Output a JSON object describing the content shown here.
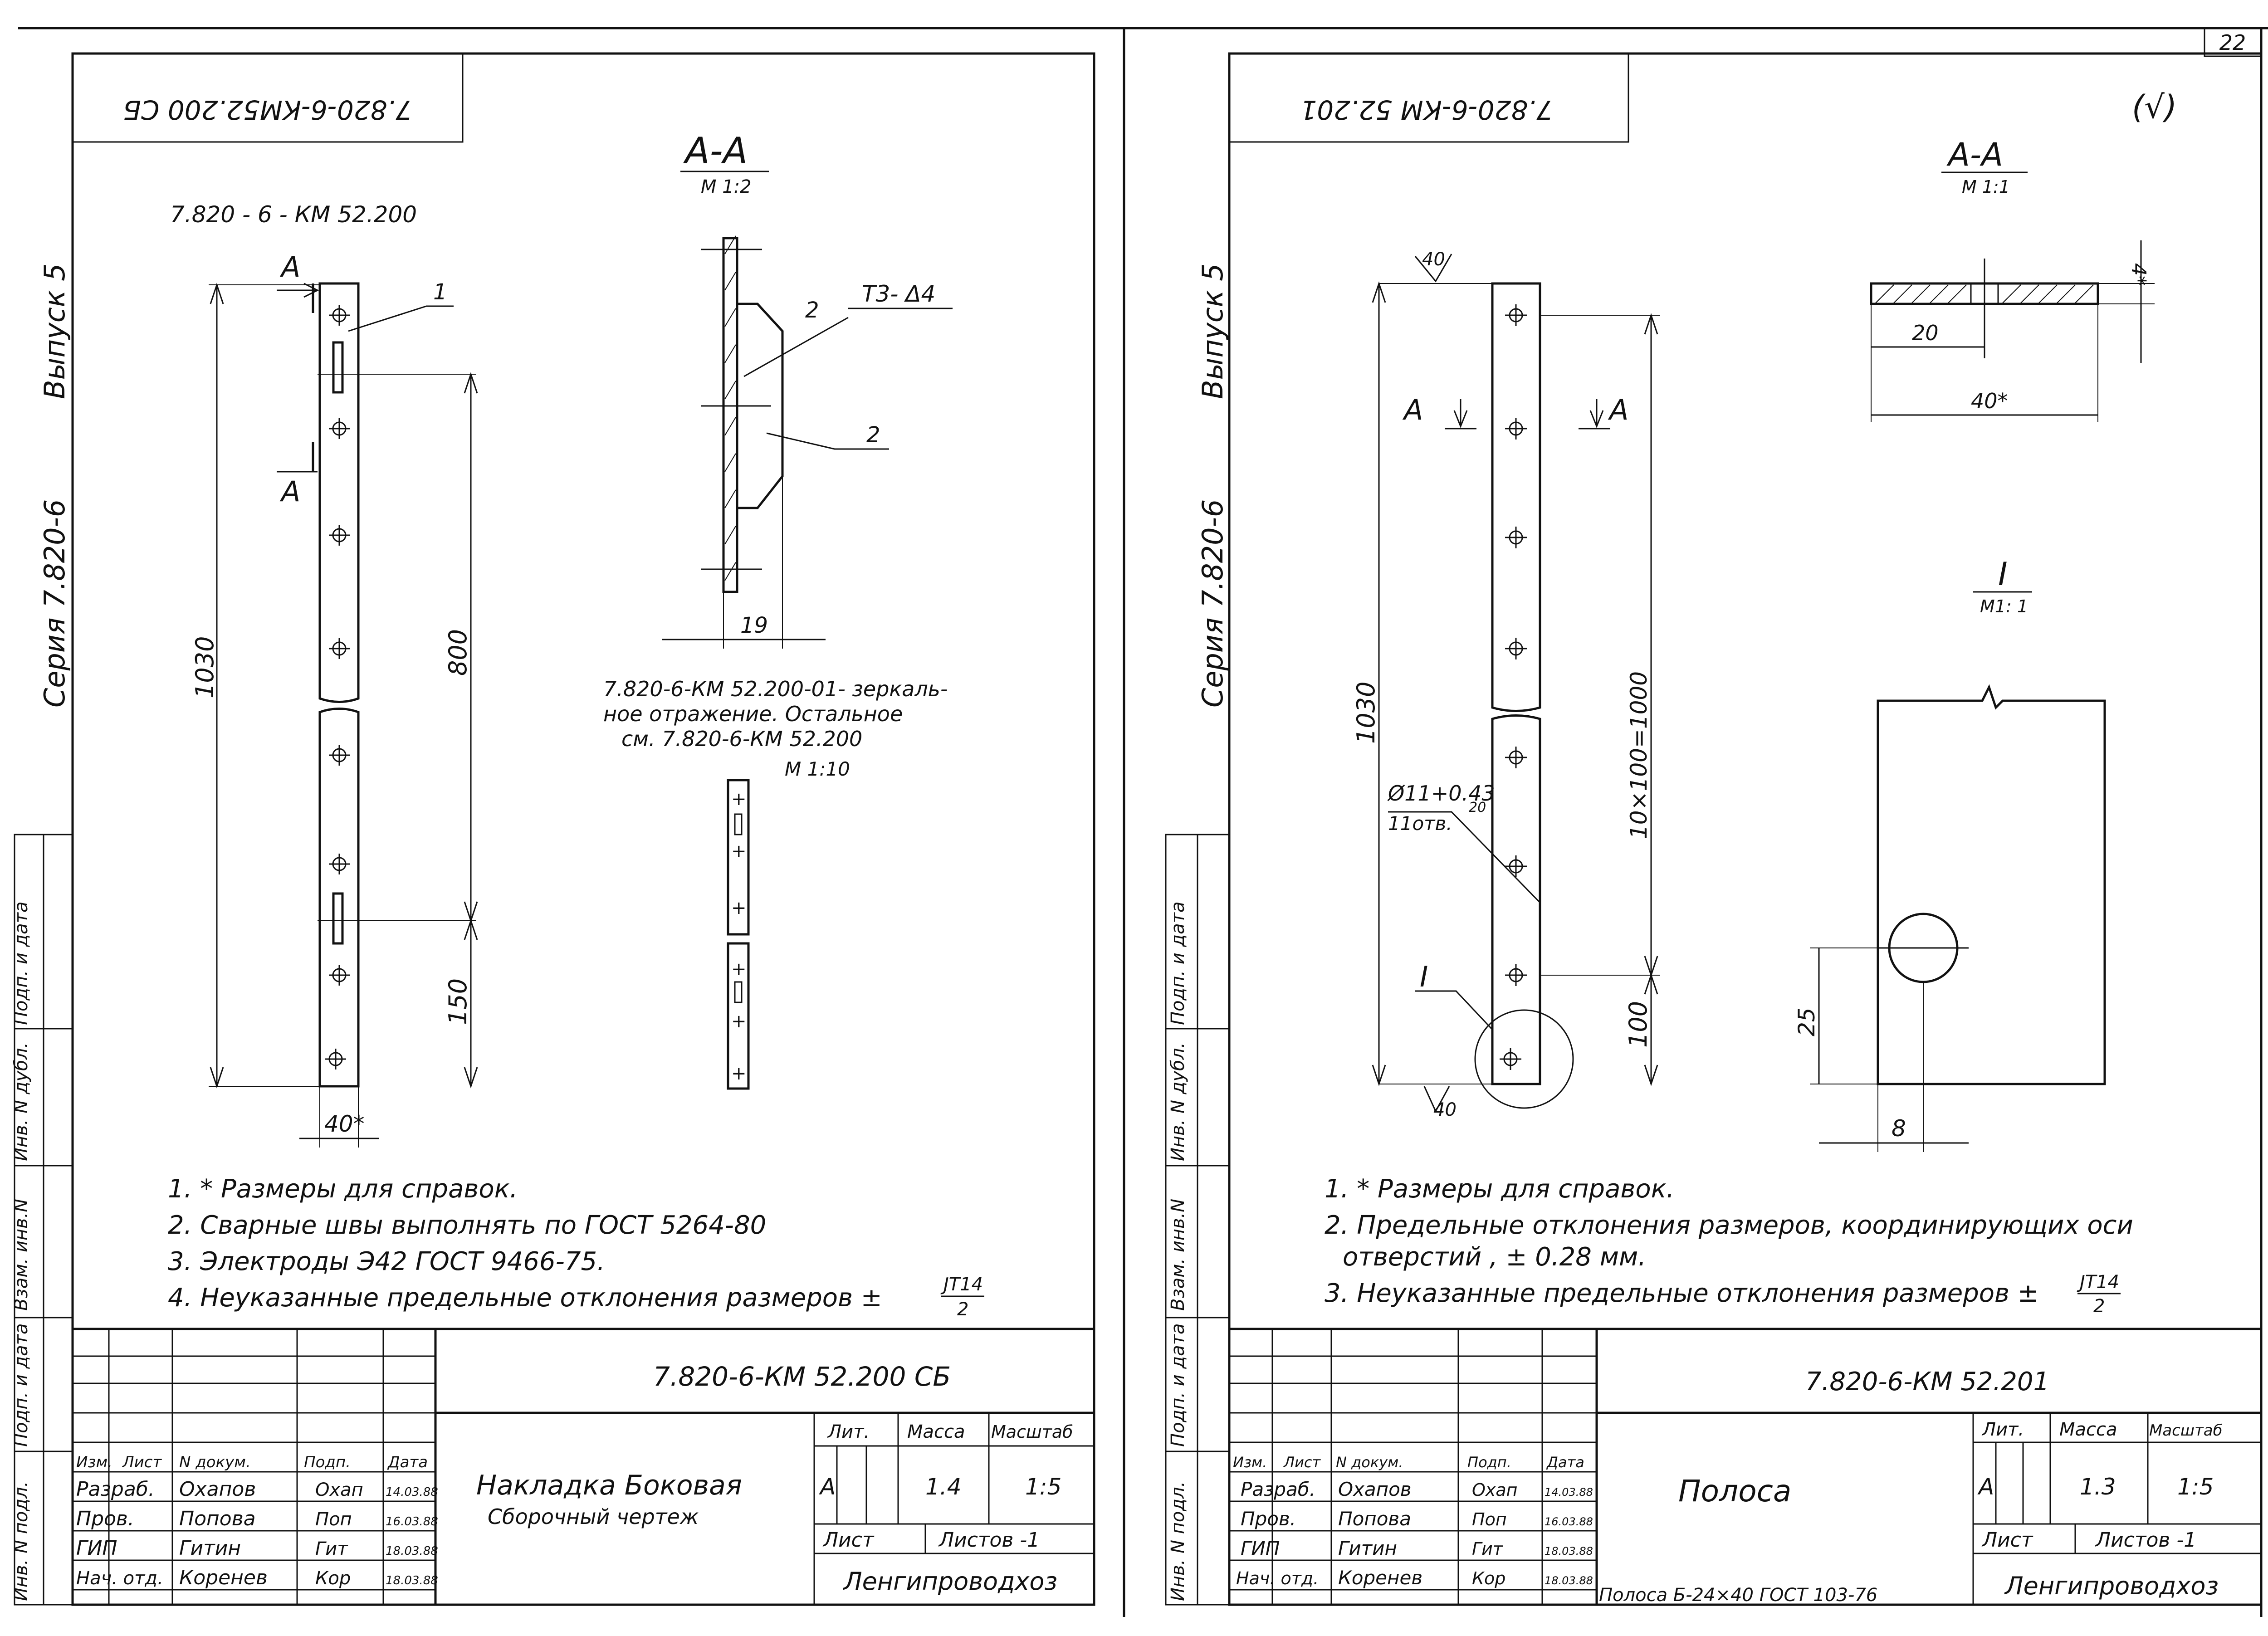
{
  "sheet_number": "22",
  "check_mark": "(√)",
  "left": {
    "stamp_code_rotated": "7.820-6-КМ52.200 СБ",
    "side_label": {
      "series_word": "Серия",
      "series": "7.820-6",
      "issue": "Выпуск 5"
    },
    "side_strip": [
      "Инв. N подл.",
      "Подп. и дата",
      "Взам. инв.N",
      "Инв. N дубл.",
      "Подп. и дата"
    ],
    "drawing_ref": "7.820 - 6  -  КМ 52.200",
    "section_label": "А-А",
    "section_scale": "М 1:2",
    "section_mark": "А",
    "dims": {
      "total": "1030",
      "mid": "800",
      "bottom": "150",
      "width": "40*",
      "weld_width": "19"
    },
    "callouts": [
      "1",
      "2",
      "2"
    ],
    "weld_symbol": "Т3- Δ4",
    "mirror_note": [
      "7.820-6-КМ 52.200-01- зеркаль-",
      "ное  отражение. Остальное",
      "см.  7.820-6-КМ 52.200"
    ],
    "mirror_scale": "М 1:10",
    "notes": [
      "1. * Размеры  для  справок.",
      "2. Сварные швы выполнять по ГОСТ 5264-80",
      "3.  Электроды  Э42  ГОСТ  9466-75.",
      "4.  Неуказанные  предельные  отклонения  размеров  ±"
    ],
    "tolerance": {
      "num": "JT14",
      "den": "2"
    },
    "title_block": {
      "code": "7.820-6-КМ 52.200  СБ",
      "headers": [
        "Изм.",
        "Лист",
        "N докум.",
        "Подп.",
        "Дата"
      ],
      "rows": [
        {
          "role": "Разраб.",
          "name": "Охапов",
          "sign": "Охап",
          "date": "14.03.88"
        },
        {
          "role": "Пров.",
          "name": "Попова",
          "sign": "Поп",
          "date": "16.03.88"
        },
        {
          "role": "ГИП",
          "name": "Гитин",
          "sign": "Гит",
          "date": "18.03.88"
        },
        {
          "role": "Нач. отд.",
          "name": "Коренев",
          "sign": "Кор",
          "date": "18.03.88"
        }
      ],
      "title": "Накладка  Боковая",
      "subtitle": "Сборочный  чертеж",
      "lit_label": "Лит.",
      "mass_label": "Масса",
      "scale_label": "Масштаб",
      "lit": "А",
      "mass": "1.4",
      "scale": "1:5",
      "sheet_label": "Лист",
      "sheets_label": "Листов -1",
      "org": "Ленгипроводхоз"
    }
  },
  "right": {
    "stamp_code_rotated": "7.820-6-КМ 52.201",
    "side_label": {
      "series_word": "Серия",
      "series": "7.820-6",
      "issue": "Выпуск 5"
    },
    "side_strip": [
      "Инв. N подл.",
      "Подп. и дата",
      "Взам. инв.N",
      "Инв. N дубл.",
      "Подп. и дата"
    ],
    "section_label": "А-А",
    "section_scale": "М 1:1",
    "detail_label": "I",
    "detail_scale": "М1: 1",
    "section_mark": "А",
    "dims": {
      "total": "1030",
      "pitch": "10×100=1000",
      "bottom": "100",
      "hole": "Ø11+0.43",
      "holes": "11отв.",
      "edge": "20",
      "roughness": "40",
      "sec_half": "20",
      "sec_full": "40*",
      "thk": "4*",
      "det_h": "25",
      "det_x": "8"
    },
    "notes": [
      "1. * Размеры  для  справок.",
      "2. Предельные  отклонения  размеров, координирующих  оси",
      "отверстий ,  ± 0.28 мм.",
      "3. Неуказанные  предельные  отклонения  размеров  ±"
    ],
    "tolerance": {
      "num": "JT14",
      "den": "2"
    },
    "title_block": {
      "code": "7.820-6-КМ 52.201",
      "headers": [
        "Изм.",
        "Лист",
        "N докум.",
        "Подп.",
        "Дата"
      ],
      "rows": [
        {
          "role": "Разраб.",
          "name": "Охапов",
          "sign": "Охап",
          "date": "14.03.88"
        },
        {
          "role": "Пров.",
          "name": "Попова",
          "sign": "Поп",
          "date": "16.03.88"
        },
        {
          "role": "ГИП",
          "name": "Гитин",
          "sign": "Гит",
          "date": "18.03.88"
        },
        {
          "role": "Нач. отд.",
          "name": "Коренев",
          "sign": "Кор",
          "date": "18.03.88"
        }
      ],
      "title": "Полоса",
      "material": "Полоса Б-24×40 ГОСТ 103-76",
      "lit_label": "Лит.",
      "mass_label": "Масса",
      "scale_label": "Масштаб",
      "lit": "А",
      "mass": "1.3",
      "scale": "1:5",
      "sheet_label": "Лист",
      "sheets_label": "Листов -1",
      "org": "Ленгипроводхоз"
    }
  }
}
